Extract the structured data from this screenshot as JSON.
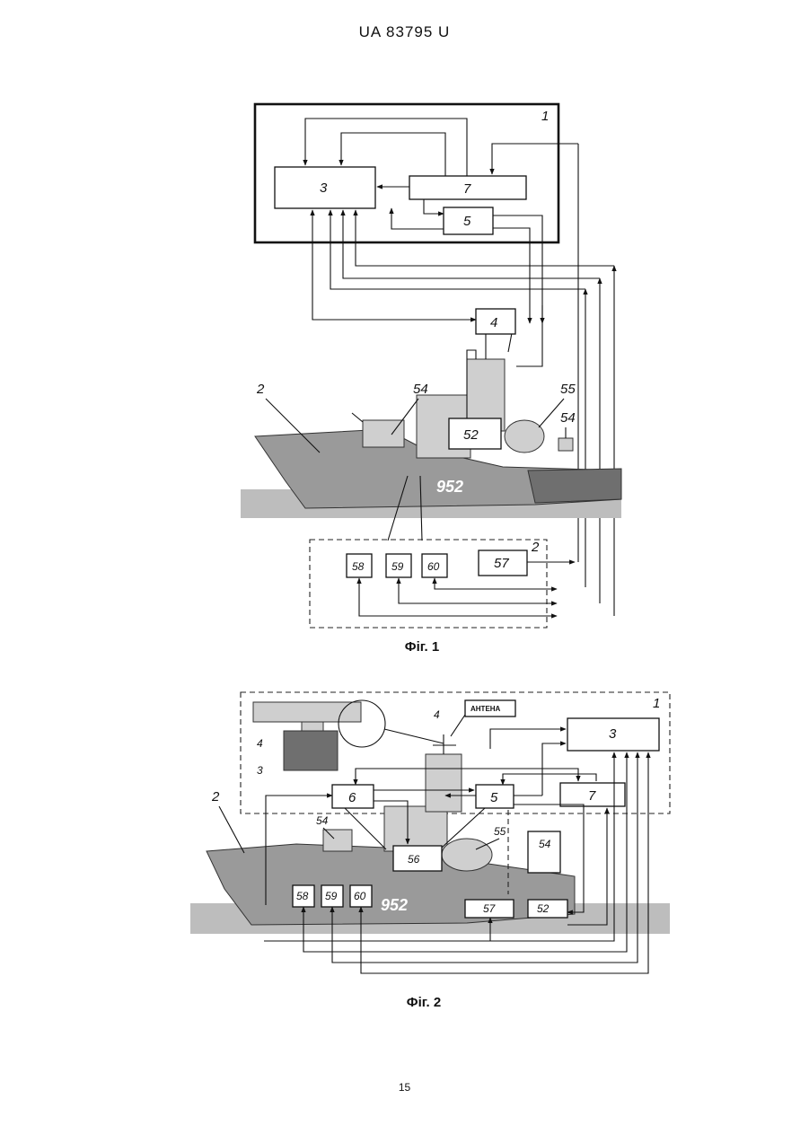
{
  "header": {
    "doc_number": "UA   83795   U"
  },
  "figure1": {
    "caption": "Фіг. 1",
    "boundary_labels": {
      "system": "1",
      "ship": "2"
    },
    "blocks": {
      "b3": "3",
      "b7": "7",
      "b5": "5",
      "b4": "4",
      "b52": "52",
      "b57": "57",
      "b58": "58",
      "b59": "59",
      "b60": "60"
    },
    "callouts": {
      "c2": "2",
      "c54a": "54",
      "c55": "55",
      "c54b": "54"
    }
  },
  "figure2": {
    "caption": "Фіг. 2",
    "boundary_label": "1",
    "antenna_label": "АНТЕНА",
    "blocks": {
      "b3": "3",
      "b7": "7",
      "b5": "5",
      "b6": "6",
      "b56": "56",
      "b57": "57",
      "b52": "52",
      "b58": "58",
      "b59": "59",
      "b60": "60",
      "b54": "54"
    },
    "callouts": {
      "c4": "4",
      "c4s": "4",
      "c3s": "3",
      "c2": "2",
      "c54": "54",
      "c55": "55"
    },
    "hull_number": "952"
  },
  "footer": {
    "page_number": "15"
  }
}
